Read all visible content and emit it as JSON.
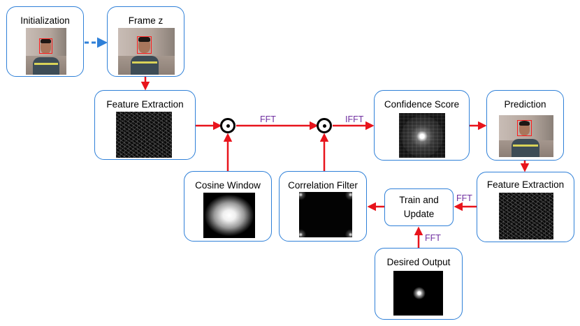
{
  "nodes": {
    "initialization": {
      "title": "Initialization"
    },
    "frame_z": {
      "title": "Frame z"
    },
    "feature_extraction_top": {
      "title": "Feature Extraction"
    },
    "confidence_score": {
      "title": "Confidence Score"
    },
    "prediction": {
      "title": "Prediction"
    },
    "cosine_window": {
      "title": "Cosine Window"
    },
    "correlation_filter": {
      "title": "Correlation Filter"
    },
    "train_update": {
      "line1": "Train and",
      "line2": "Update"
    },
    "feature_extraction_right": {
      "title": "Feature Extraction"
    },
    "desired_output": {
      "title": "Desired Output"
    }
  },
  "edge_labels": {
    "fft_top": "FFT",
    "ifft": "IFFT",
    "fft_right": "FFT",
    "fft_bottom": "FFT"
  },
  "colors": {
    "box_border": "#2f80d8",
    "arrow_red": "#e8141c",
    "arrow_blue": "#2f80d8",
    "label_purple": "#7030a0",
    "bbox_red": "#ff1a1a"
  },
  "icons": {
    "operator": "circled-dot-icon"
  }
}
